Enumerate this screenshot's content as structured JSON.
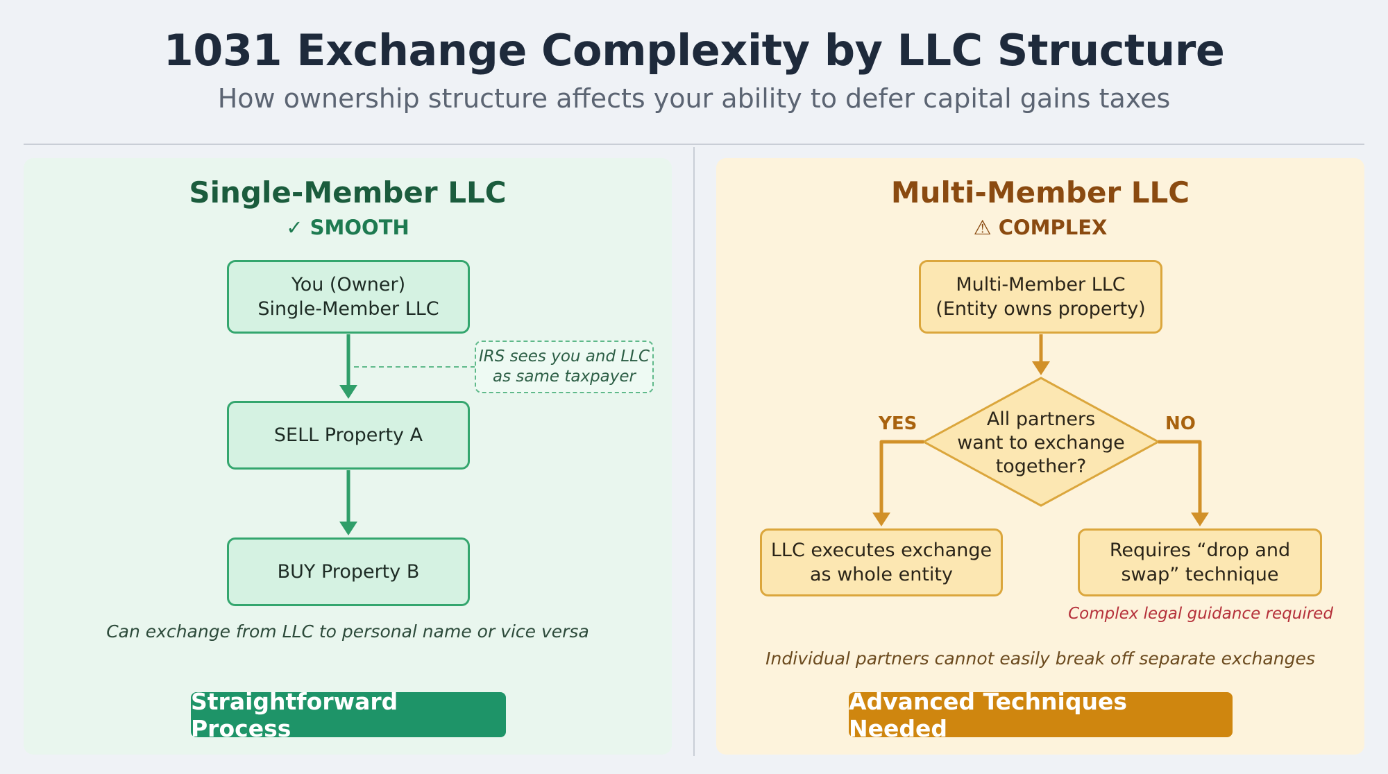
{
  "header": {
    "title": "1031 Exchange Complexity by LLC Structure",
    "subtitle": "How ownership structure affects your ability to defer capital gains taxes"
  },
  "left": {
    "title": "Single-Member LLC",
    "badge_icon": "check-icon",
    "badge": "SMOOTH",
    "steps": [
      "You (Owner)\nSingle-Member LLC",
      "SELL Property A",
      "BUY Property B"
    ],
    "note": "IRS sees you and LLC\nas same taxpayer",
    "caption": "Can exchange from LLC to personal name or vice versa",
    "button": "Straightforward Process"
  },
  "right": {
    "title": "Multi-Member LLC",
    "badge_icon": "warning-icon",
    "badge": "COMPLEX",
    "top_box": "Multi-Member LLC\n(Entity owns property)",
    "decision": "All partners\nwant to exchange\ntogether?",
    "yes_label": "YES",
    "no_label": "NO",
    "yes_box": "LLC executes exchange\nas whole entity",
    "no_box": "Requires “drop and\nswap” technique",
    "no_warning": "Complex legal guidance required",
    "caption": "Individual partners cannot easily break off separate exchanges",
    "button": "Advanced Techniques Needed"
  },
  "colors": {
    "green_accent": "#1e9468",
    "orange_accent": "#cf860f",
    "warning_red": "#b5303a"
  }
}
